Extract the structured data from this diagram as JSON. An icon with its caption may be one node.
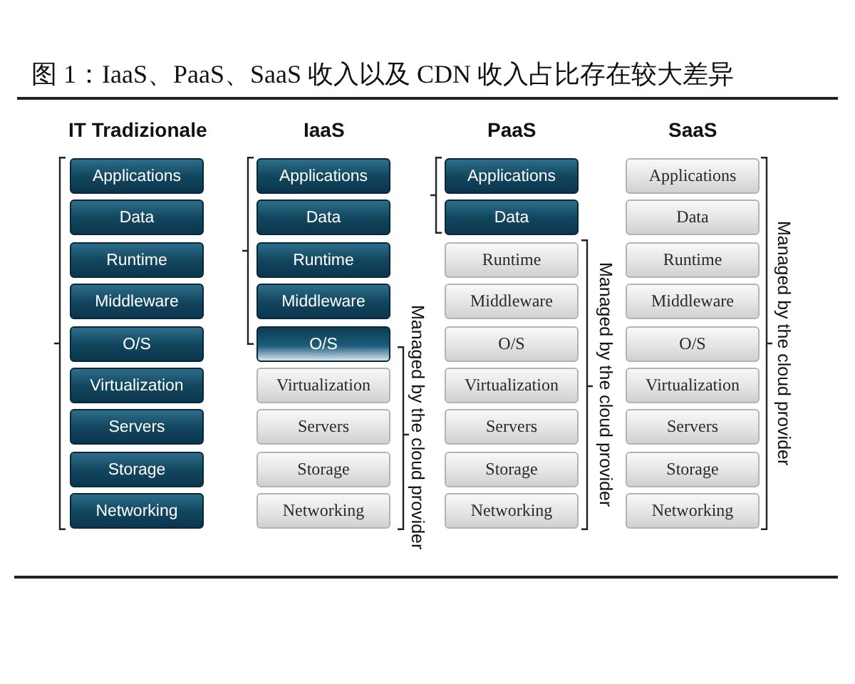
{
  "diagram": {
    "title": "图 1：IaaS、PaaS、SaaS 收入以及 CDN 收入占比存在较大差异",
    "nodes": [
      {
        "text": [
          "Applications"
        ]
      },
      {
        "text": [
          "Data"
        ]
      },
      {
        "text": [
          "Runtime"
        ]
      },
      {
        "text": [
          "Middleware"
        ]
      },
      {
        "text": [
          "O/S"
        ]
      },
      {
        "text": [
          "Virtualization"
        ]
      },
      {
        "text": [
          "Servers"
        ]
      },
      {
        "text": [
          "Storage"
        ]
      },
      {
        "text": [
          "Networking"
        ]
      },
      {
        "text": [
          "Applications"
        ]
      },
      {
        "text": [
          "Data"
        ]
      },
      {
        "text": [
          "Runtime"
        ]
      },
      {
        "text": [
          "Middleware"
        ]
      },
      {
        "text": [
          "O/S"
        ]
      },
      {
        "text": [
          "Virtualization"
        ]
      },
      {
        "text": [
          "Servers"
        ]
      },
      {
        "text": [
          "Storage"
        ]
      },
      {
        "text": [
          "Networking"
        ]
      },
      {
        "text": [
          "Applications"
        ]
      },
      {
        "text": [
          "Data"
        ]
      },
      {
        "text": [
          "Runtime"
        ]
      },
      {
        "text": [
          "Middleware"
        ]
      },
      {
        "text": [
          "O/S"
        ]
      },
      {
        "text": [
          "Virtualization"
        ]
      },
      {
        "text": [
          "Servers"
        ]
      },
      {
        "text": [
          "Storage"
        ]
      },
      {
        "text": [
          "Networking"
        ]
      },
      {
        "text": [
          "Applications"
        ]
      },
      {
        "text": [
          "Data"
        ]
      },
      {
        "text": [
          "Runtime"
        ]
      },
      {
        "text": [
          "Middleware"
        ]
      },
      {
        "text": [
          "O/S"
        ]
      },
      {
        "text": [
          "Virtualization"
        ]
      },
      {
        "text": [
          "Servers"
        ]
      },
      {
        "text": [
          "Storage"
        ]
      },
      {
        "text": [
          "Networking"
        ]
      }
    ],
    "labels": [
      "IT Tradizionale",
      "IaaS",
      "PaaS",
      "SaaS",
      "Managed by the cloud provider",
      "Managed by the cloud provider",
      "Managed by the cloud provider"
    ]
  }
}
